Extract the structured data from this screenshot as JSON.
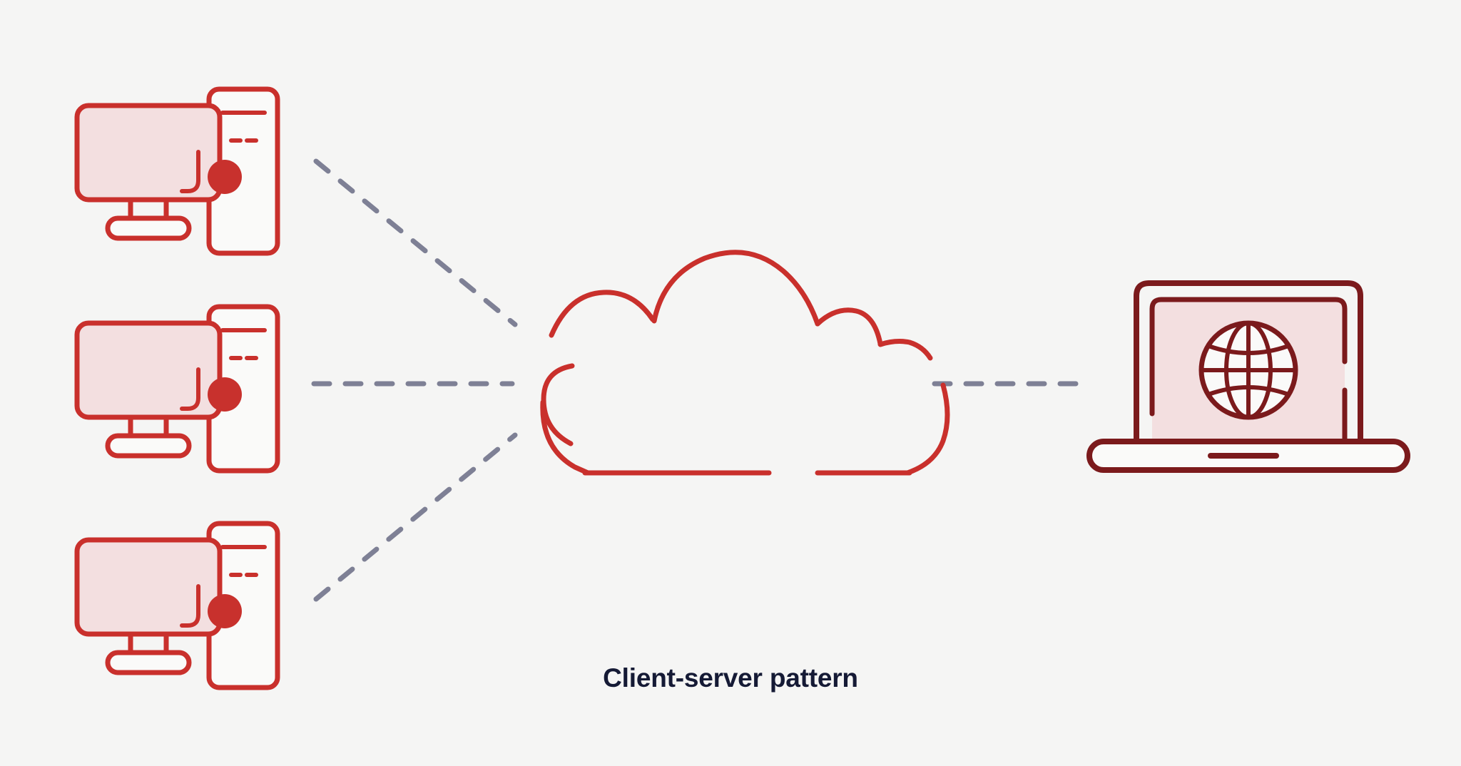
{
  "diagram": {
    "caption": "Client-server pattern",
    "background_color": "#F5F5F4",
    "caption_color": "#151A35",
    "client_stroke_color": "#C9302C",
    "client_screen_fill": "#F3DFE0",
    "cloud_stroke_color": "#C9302C",
    "server_stroke_color": "#7B1A1C",
    "server_screen_fill": "#F3DFE0",
    "connector_color": "#7E8095",
    "icon_white_fill": "#FAFAF9"
  },
  "clients": [
    {
      "id": "client-1",
      "label": "client-workstation",
      "tower_icon": "desktop-tower-icon",
      "monitor_icon": "desktop-monitor-icon",
      "status_dot": "status-dot-icon"
    },
    {
      "id": "client-2",
      "label": "client-workstation",
      "tower_icon": "desktop-tower-icon",
      "monitor_icon": "desktop-monitor-icon",
      "status_dot": "status-dot-icon"
    },
    {
      "id": "client-3",
      "label": "client-workstation",
      "tower_icon": "desktop-tower-icon",
      "monitor_icon": "desktop-monitor-icon",
      "status_dot": "status-dot-icon"
    }
  ],
  "network": {
    "id": "cloud-network",
    "icon": "cloud-icon",
    "label": "network-cloud"
  },
  "server": {
    "id": "server-node",
    "icon": "laptop-icon",
    "screen_icon": "globe-icon",
    "label": "server-laptop"
  },
  "connectors": [
    {
      "id": "connector-client-1-to-cloud",
      "icon": "dashed-line-icon",
      "from": "client-1",
      "to": "cloud-network"
    },
    {
      "id": "connector-client-2-to-cloud",
      "icon": "dashed-line-icon",
      "from": "client-2",
      "to": "cloud-network"
    },
    {
      "id": "connector-client-3-to-cloud",
      "icon": "dashed-line-icon",
      "from": "client-3",
      "to": "cloud-network"
    },
    {
      "id": "connector-cloud-to-server",
      "icon": "dashed-line-icon",
      "from": "cloud-network",
      "to": "server-node"
    }
  ]
}
